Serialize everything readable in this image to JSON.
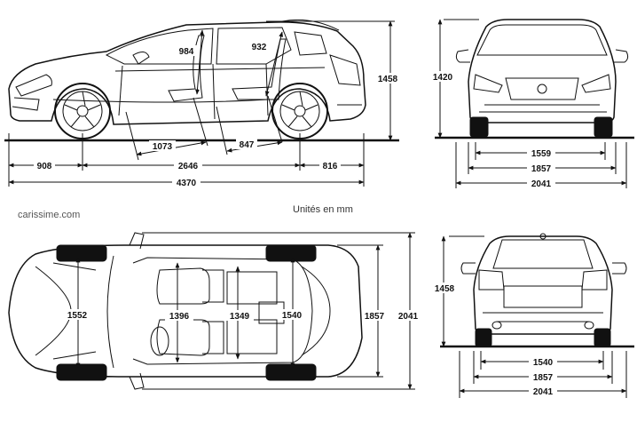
{
  "brand": "carissime.com",
  "units_caption": "Unités en mm",
  "side_view": {
    "headroom_front": "984",
    "headroom_rear": "932",
    "height": "1458",
    "legroom_front": "1073",
    "legroom_rear": "847",
    "front_overhang": "908",
    "wheelbase": "2646",
    "rear_overhang": "816",
    "length": "4370"
  },
  "front_view": {
    "height": "1420",
    "track": "1559",
    "width": "1857",
    "width_mirrors": "2041"
  },
  "top_view": {
    "front_track_inner": "1552",
    "front_shoulder": "1396",
    "rear_shoulder": "1349",
    "rear_track_inner": "1540",
    "width": "1857",
    "width_mirrors": "2041"
  },
  "rear_view": {
    "height": "1458",
    "track": "1540",
    "width": "1857",
    "width_mirrors": "2041"
  },
  "colors": {
    "line": "#111111",
    "background": "#ffffff"
  }
}
